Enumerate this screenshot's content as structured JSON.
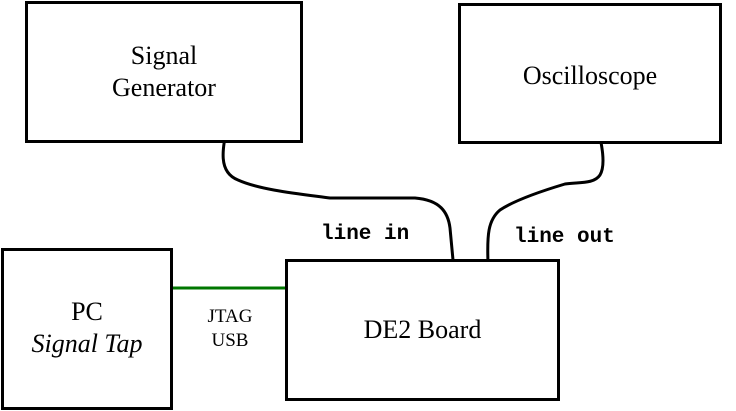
{
  "signal_generator": {
    "line1": "Signal",
    "line2": "Generator"
  },
  "oscilloscope": {
    "label": "Oscilloscope"
  },
  "pc": {
    "line1": "PC",
    "line2": "Signal Tap"
  },
  "de2": {
    "label": "DE2 Board"
  },
  "connections": {
    "line_in": "line in",
    "line_out": "line out",
    "jtag_line1": "JTAG",
    "jtag_line2": "USB"
  },
  "colors": {
    "jtag_link": "#007700",
    "cable": "#000000"
  }
}
